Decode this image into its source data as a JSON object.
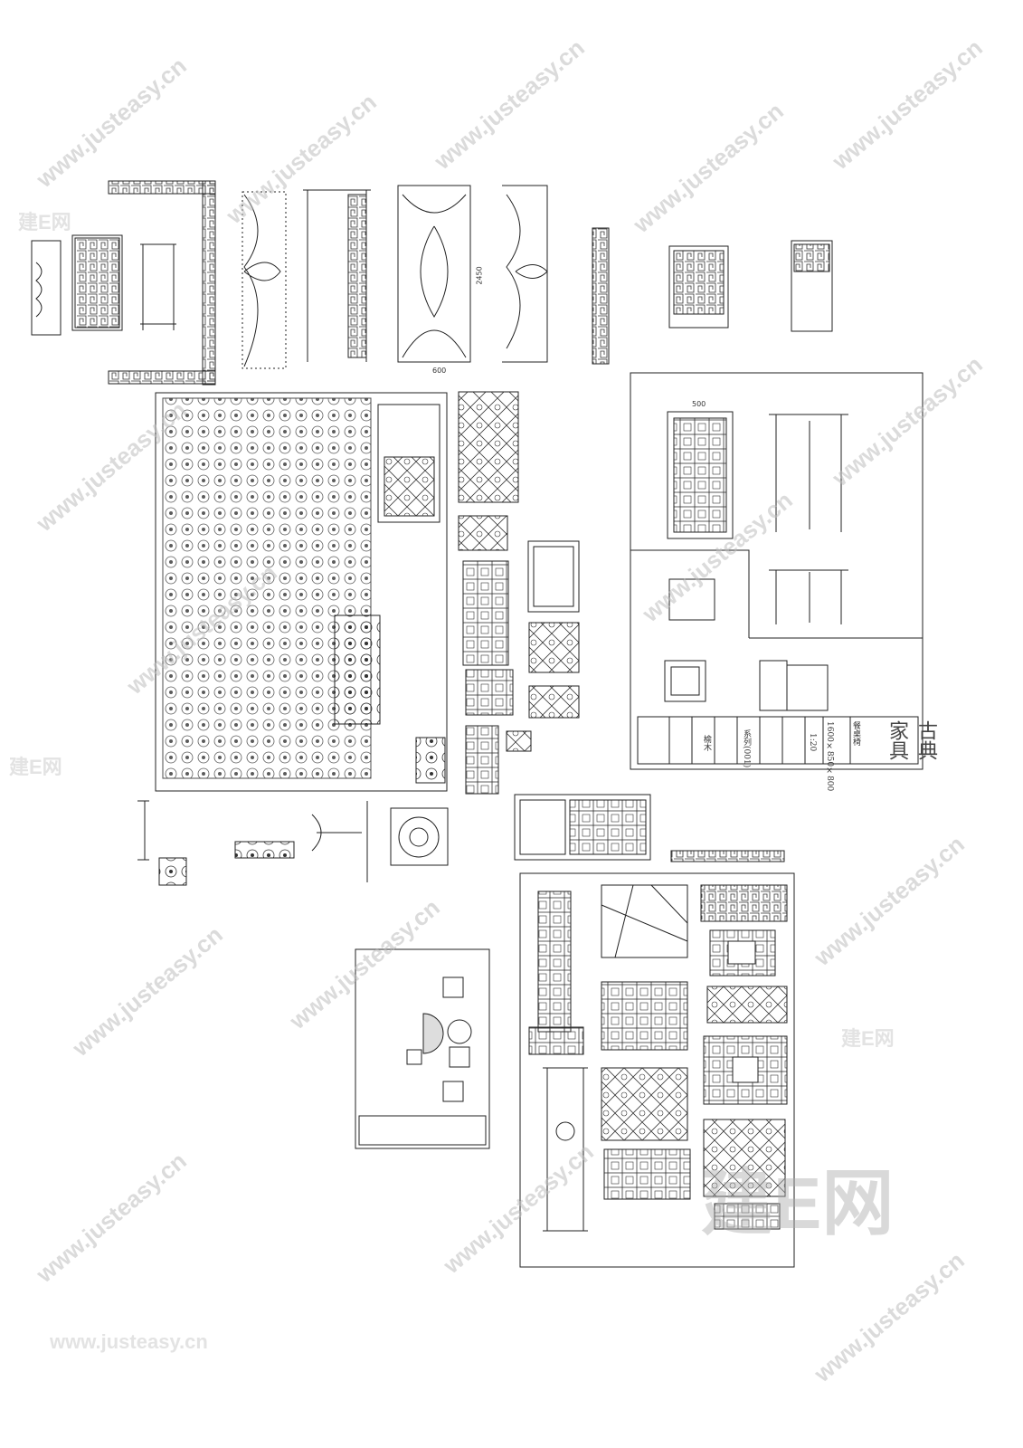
{
  "watermark": {
    "url": "www.justeasy.cn",
    "brand": "建E网"
  },
  "title_block": {
    "brand": "古典家具",
    "product_name": "餐桌椅",
    "size": "1600×850×800",
    "scale": "1:20",
    "material": "榆木",
    "series": "系列(001)"
  },
  "dimensions": [
    "2450",
    "600",
    "500"
  ],
  "colors": {
    "line": "#222222",
    "watermark": "#c0c0c0"
  }
}
